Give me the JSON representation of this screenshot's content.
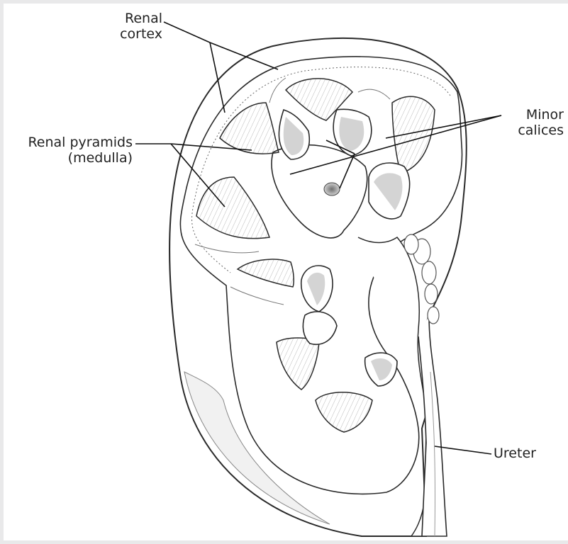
{
  "labels": {
    "renal_cortex": [
      "Renal",
      "cortex"
    ],
    "renal_pyramids": [
      "Renal pyramids",
      "(medulla)"
    ],
    "minor_calices": [
      "Minor",
      "calices"
    ],
    "ureter": "Ureter"
  },
  "colors": {
    "frame": "#e9e9ea",
    "background": "#ffffff",
    "outline": "#2a2a2a",
    "shade": "#8a8a8a",
    "fill_dark": "#bfbfbf",
    "fill_light": "#f2f2f2"
  }
}
